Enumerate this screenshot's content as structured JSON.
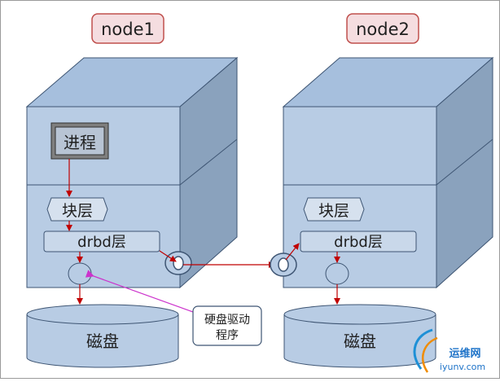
{
  "nodes": [
    {
      "label": "node1",
      "process_label": "进程",
      "block_label": "块层",
      "drbd_label": "drbd层",
      "disk_label": "磁盘"
    },
    {
      "label": "node2",
      "block_label": "块层",
      "drbd_label": "drbd层",
      "disk_label": "磁盘"
    }
  ],
  "callout": {
    "line1": "硬盘驱动",
    "line2": "程序"
  },
  "watermark": {
    "text": "运维网",
    "url": "iyunv.com"
  },
  "colors": {
    "box_front": "#b8cce4",
    "box_top": "#a6bfdd",
    "box_side": "#8aa2bd",
    "box_stroke": "#3e5573",
    "node_label_bg": "#f5dde0",
    "node_label_border": "#c0504d",
    "arrow": "#c00000",
    "callout_arrow": "#cc33cc",
    "process_bg": "#b8c4d4"
  }
}
